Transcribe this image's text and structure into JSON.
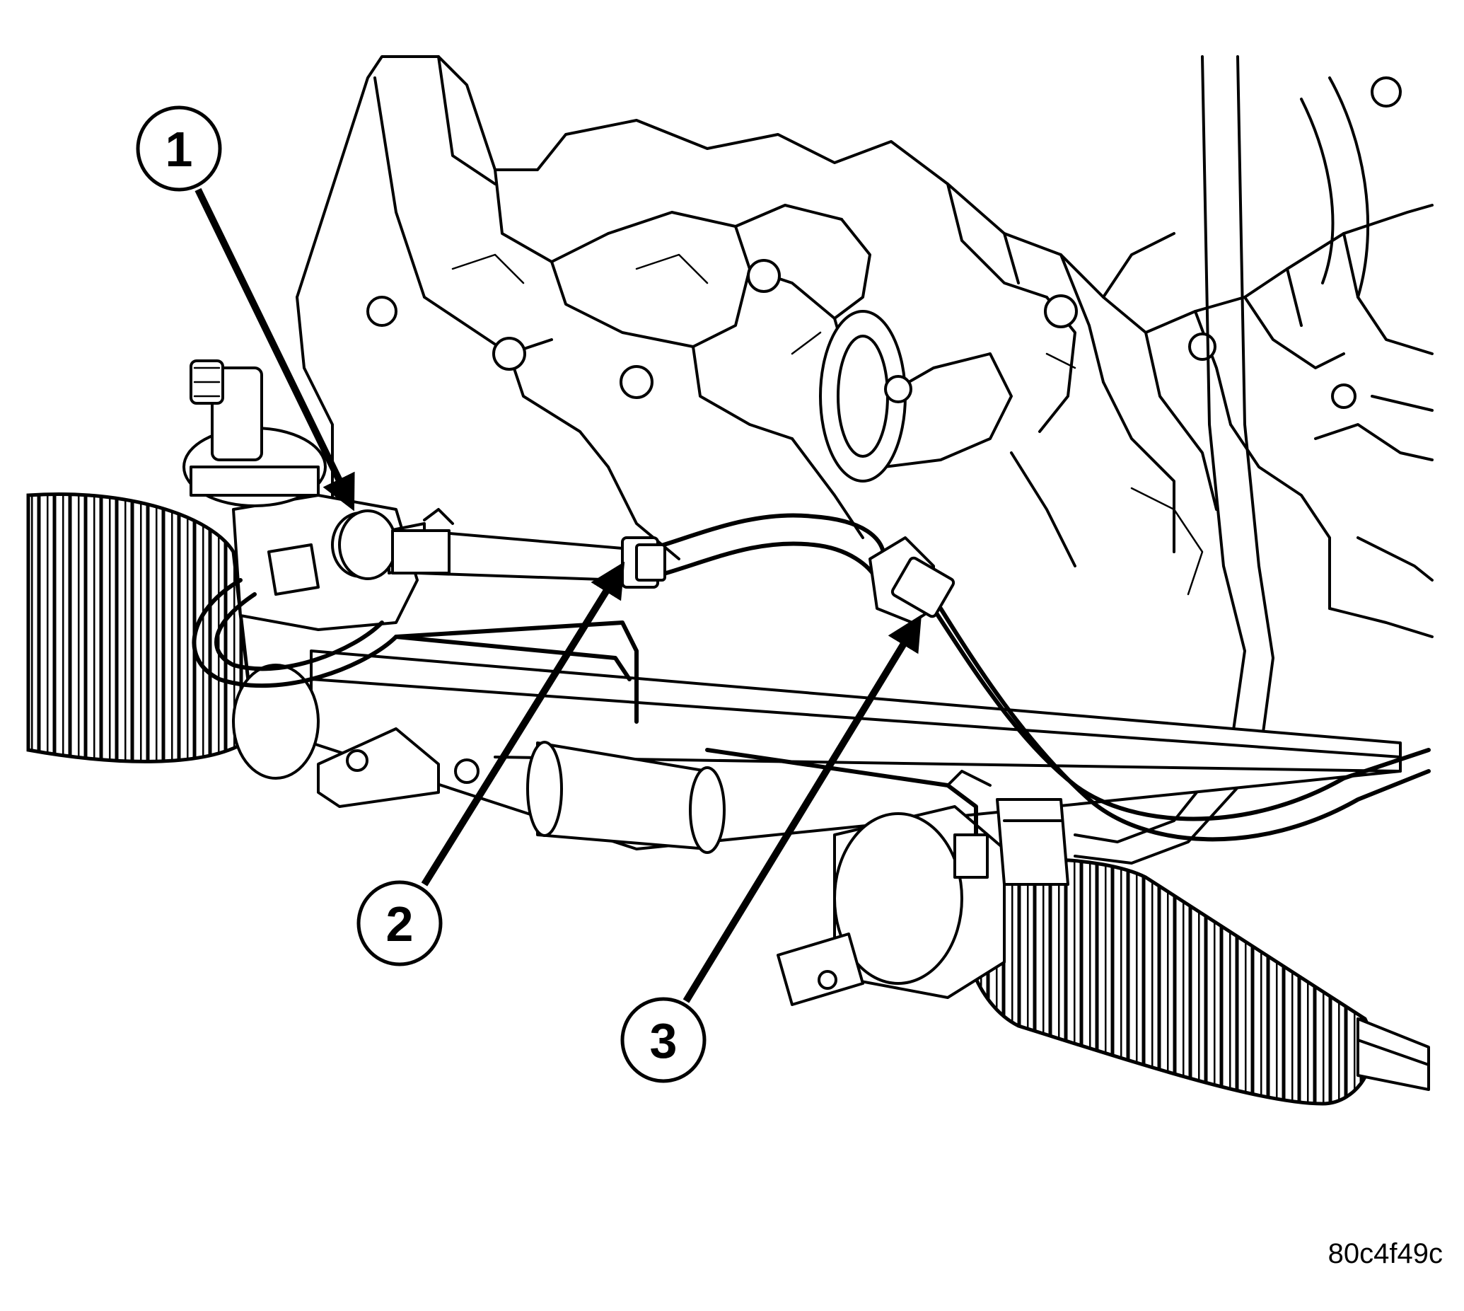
{
  "figure": {
    "callouts": [
      {
        "id": "1",
        "label": "1"
      },
      {
        "id": "2",
        "label": "2"
      },
      {
        "id": "3",
        "label": "3"
      }
    ],
    "reference_code": "80c4f49c"
  },
  "colors": {
    "ink": "#000000",
    "paper": "#ffffff"
  }
}
